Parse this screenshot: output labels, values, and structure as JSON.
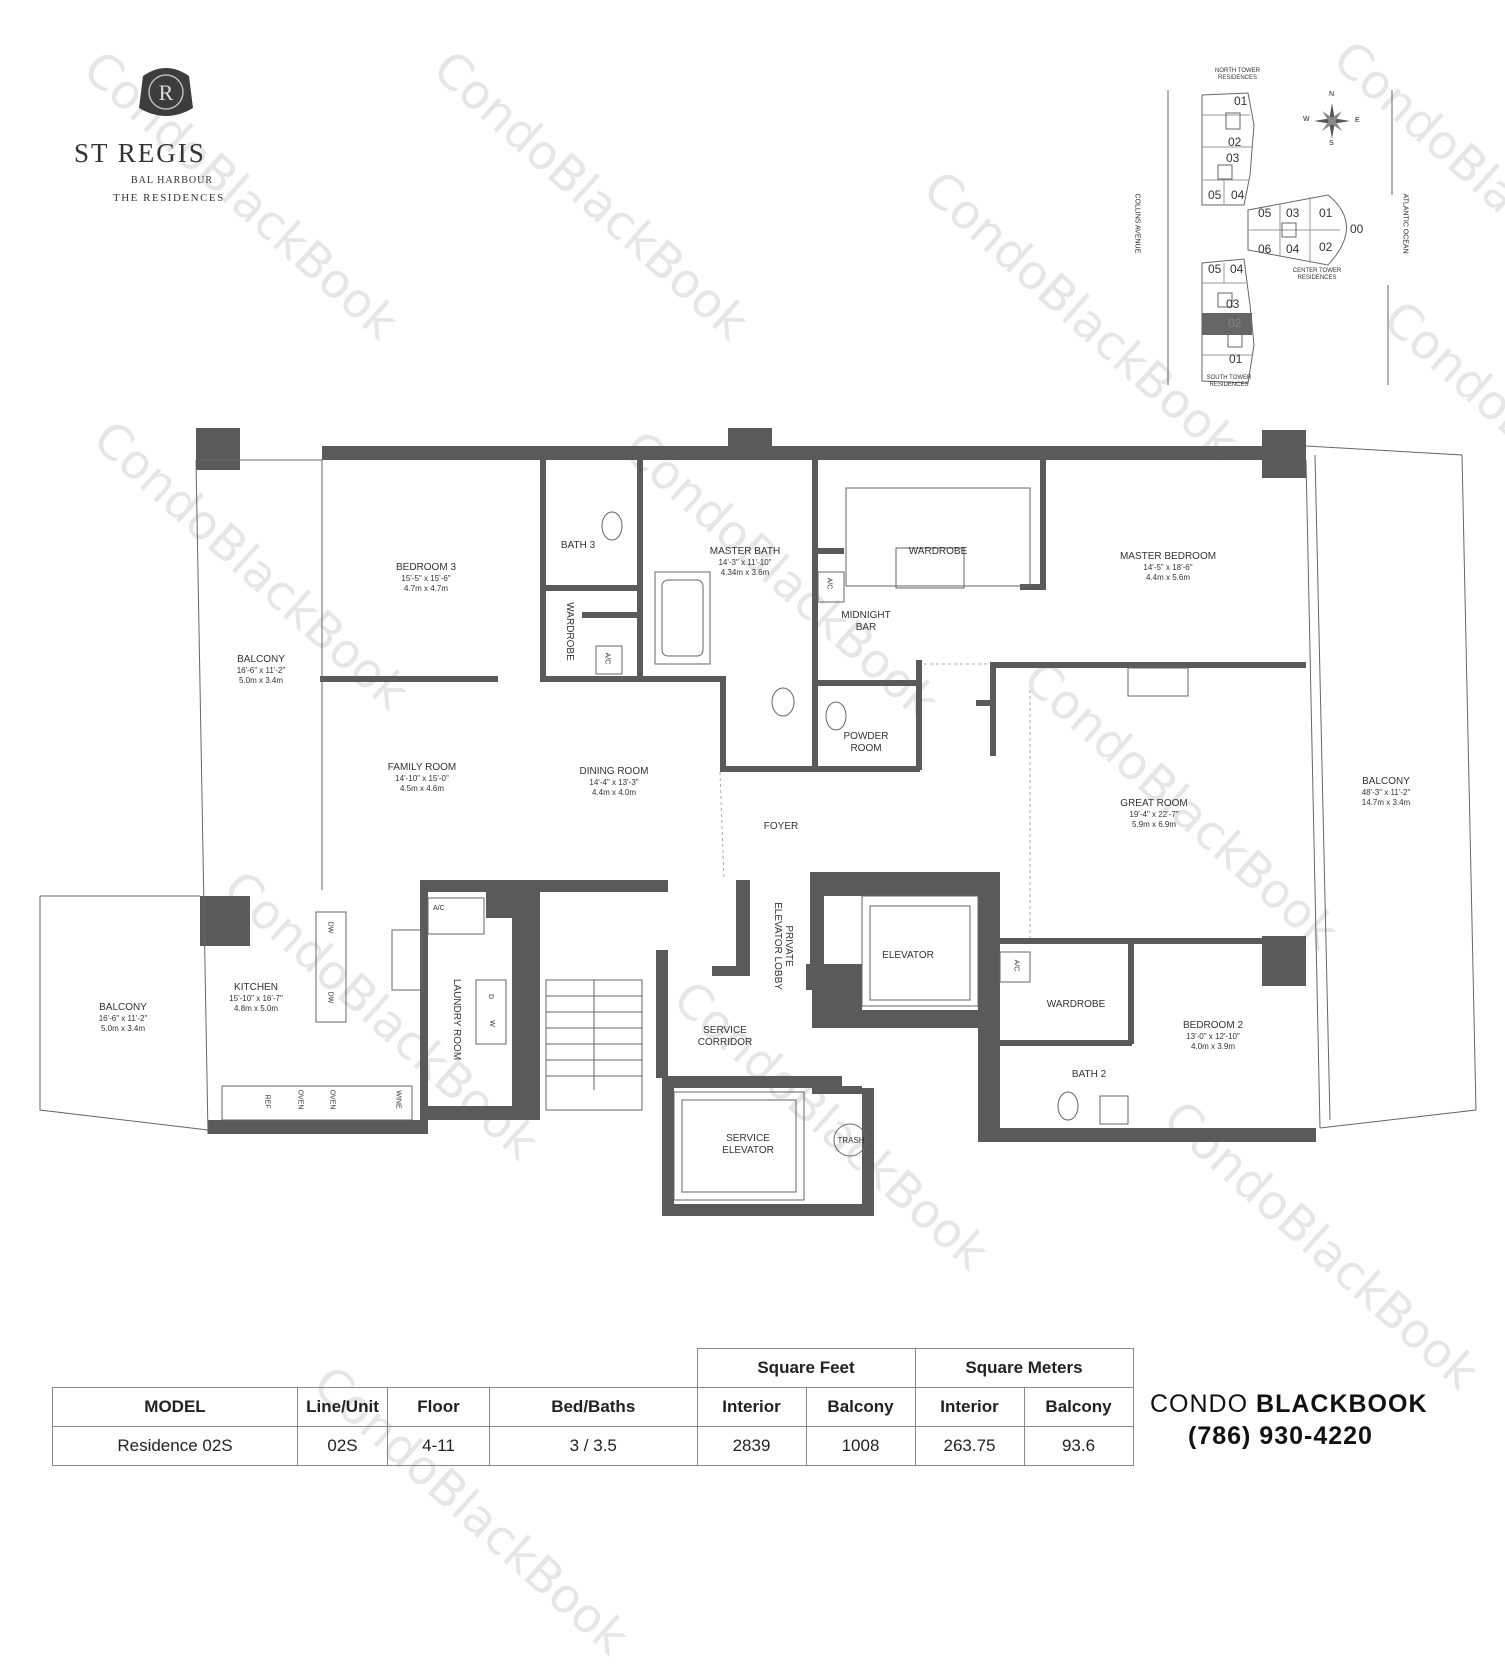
{
  "logo": {
    "name": "ST REGIS",
    "location": "BAL HARBOUR",
    "tagline": "THE RESIDENCES"
  },
  "watermark": "CondoBlackBook",
  "keyplan": {
    "north_tower": "NORTH TOWER RESIDENCES",
    "center_tower": "CENTER TOWER RESIDENCES",
    "south_tower": "SOUTH TOWER RESIDENCES",
    "street": "COLLINS AVENUE",
    "ocean": "ATLANTIC OCEAN",
    "compass": {
      "n": "N",
      "s": "S",
      "e": "E",
      "w": "W"
    },
    "north_units": [
      "01",
      "02",
      "03",
      "05",
      "04"
    ],
    "center_units": [
      "05",
      "03",
      "01",
      "00",
      "06",
      "04",
      "02"
    ],
    "south_units": [
      "05",
      "04",
      "03",
      "02",
      "01"
    ]
  },
  "rooms": {
    "bedroom3": {
      "name": "BEDROOM 3",
      "dim1": "15'-5\" x 15'-6\"",
      "dim2": "4.7m x 4.7m"
    },
    "bath3": {
      "name": "BATH 3"
    },
    "master_bath": {
      "name": "MASTER BATH",
      "dim1": "14'-3\" x 11'-10\"",
      "dim2": "4.34m x 3.6m"
    },
    "wardrobe_master": {
      "name": "WARDROBE"
    },
    "master_bedroom": {
      "name": "MASTER BEDROOM",
      "dim1": "14'-5\" x 18'-6\"",
      "dim2": "4.4m x 5.6m"
    },
    "midnight_bar": {
      "name": "MIDNIGHT BAR"
    },
    "balcony_west": {
      "name": "BALCONY",
      "dim1": "16'-6\" x 11'-2\"",
      "dim2": "5.0m x 3.4m"
    },
    "wardrobe_b3": {
      "name": "WARDROBE"
    },
    "ac": "A/C",
    "powder_room": {
      "name": "POWDER ROOM"
    },
    "family_room": {
      "name": "FAMILY ROOM",
      "dim1": "14'-10\" x 15'-0\"",
      "dim2": "4.5m x 4.6m"
    },
    "dining_room": {
      "name": "DINING ROOM",
      "dim1": "14'-4\" x 13'-3\"",
      "dim2": "4.4m x 4.0m"
    },
    "foyer": {
      "name": "FOYER"
    },
    "great_room": {
      "name": "GREAT ROOM",
      "dim1": "19'-4\" x 22'-7\"",
      "dim2": "5.9m x 6.9m"
    },
    "balcony_east": {
      "name": "BALCONY",
      "dim1": "48'-3\" x 11'-2\"",
      "dim2": "14.7m x 3.4m"
    },
    "private_elevator_lobby": {
      "name": "PRIVATE ELEVATOR LOBBY"
    },
    "elevator": {
      "name": "ELEVATOR"
    },
    "kitchen": {
      "name": "KITCHEN",
      "dim1": "15'-10\" x 16'-7\"",
      "dim2": "4.8m x 5.0m"
    },
    "balcony_sw": {
      "name": "BALCONY",
      "dim1": "16'-6\" x 11'-2\"",
      "dim2": "5.0m x 3.4m"
    },
    "laundry_room": {
      "name": "LAUNDRY ROOM"
    },
    "service_corridor": {
      "name": "SERVICE CORRIDOR"
    },
    "wardrobe_b2": {
      "name": "WARDROBE"
    },
    "bedroom2": {
      "name": "BEDROOM 2",
      "dim1": "13'-0\" x 12'-10\"",
      "dim2": "4.0m x 3.9m"
    },
    "bath2": {
      "name": "BATH 2"
    },
    "service_elevator": {
      "name": "SERVICE ELEVATOR"
    },
    "trash": {
      "name": "TRASH"
    },
    "appliances": {
      "dw": "DW",
      "d": "D",
      "w": "W",
      "ref": "REF",
      "oven": "OVEN",
      "wine": "WINE"
    }
  },
  "spec_table": {
    "group_sqft": "Square Feet",
    "group_sqm": "Square Meters",
    "headers": [
      "MODEL",
      "Line/Unit",
      "Floor",
      "Bed/Baths",
      "Interior",
      "Balcony",
      "Interior",
      "Balcony"
    ],
    "row": [
      "Residence 02S",
      "02S",
      "4-11",
      "3 / 3.5",
      "2839",
      "1008",
      "263.75",
      "93.6"
    ]
  },
  "brand": {
    "word1": "CONDO",
    "word2": "BLACKBOOK",
    "phone": "(786) 930-4220"
  },
  "colors": {
    "wall": "#5a5a5a",
    "line": "#555555",
    "watermark": "#e6e6e6"
  }
}
